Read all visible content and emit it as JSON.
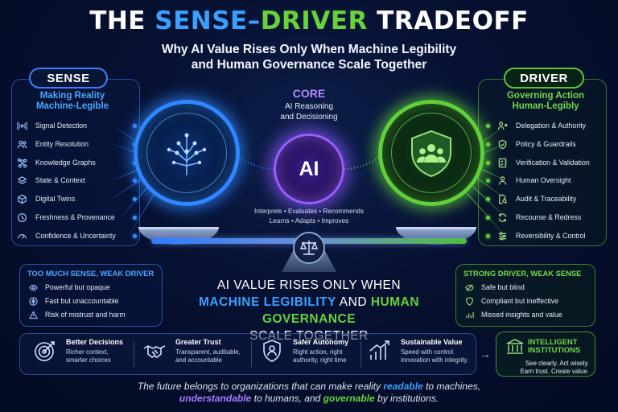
{
  "title": {
    "part1": "THE ",
    "part2": "SENSE",
    "part3": "–",
    "part4": "DRIVER",
    "part5": " TRADEOFF"
  },
  "subtitle": {
    "line1": "Why AI Value Rises Only When Machine Legibility",
    "line2": "and Human Governance Scale Together"
  },
  "sense": {
    "label": "SENSE",
    "subtitle_line1": "Making Reality",
    "subtitle_line2": "Machine-Legible",
    "items": [
      {
        "label": "Signal Detection",
        "icon": "signal-icon"
      },
      {
        "label": "Entity Resolution",
        "icon": "people-icon"
      },
      {
        "label": "Knowledge Graphs",
        "icon": "graph-icon"
      },
      {
        "label": "State & Context",
        "icon": "layers-icon"
      },
      {
        "label": "Digital Twins",
        "icon": "cube-icon"
      },
      {
        "label": "Freshness & Provenance",
        "icon": "clock-icon"
      },
      {
        "label": "Confidence & Uncertainty",
        "icon": "gauge-icon"
      }
    ]
  },
  "driver": {
    "label": "DRIVER",
    "subtitle_line1": "Governing Action",
    "subtitle_line2": "Human-Legibly",
    "items": [
      {
        "label": "Delegation & Authority",
        "icon": "delegation-icon"
      },
      {
        "label": "Policy & Guardrails",
        "icon": "shield-check-icon"
      },
      {
        "label": "Verification & Validation",
        "icon": "checklist-icon"
      },
      {
        "label": "Human Oversight",
        "icon": "person-icon"
      },
      {
        "label": "Audit & Traceability",
        "icon": "document-search-icon"
      },
      {
        "label": "Recourse & Redress",
        "icon": "refresh-icon"
      },
      {
        "label": "Reversibility & Control",
        "icon": "sliders-icon"
      }
    ]
  },
  "core": {
    "title": "CORE",
    "sub_line1": "AI Reasoning",
    "sub_line2": "and Decisioning",
    "ai_label": "AI",
    "line1": "Interprets • Evaluates • Recommends",
    "line2": "Learns • Adapts • Improves"
  },
  "too_much_sense": {
    "title": "TOO MUCH SENSE, WEAK DRIVER",
    "items": [
      "Powerful but opaque",
      "Fast but unaccountable",
      "Risk of mistrust and harm"
    ]
  },
  "strong_driver": {
    "title": "STRONG DRIVER, WEAK SENSE",
    "items": [
      "Safe but blind",
      "Compliant but ineffective",
      "Missed insights and value"
    ]
  },
  "center_message": {
    "line1": "AI VALUE RISES ONLY WHEN",
    "part_blue": "MACHINE LEGIBILITY",
    "part_and": " AND ",
    "part_green": "HUMAN GOVERNANCE",
    "line3": "SCALE TOGETHER"
  },
  "benefits": [
    {
      "title": "Better Decisions",
      "line1": "Richer context,",
      "line2": "smarter choices",
      "icon": "target-icon"
    },
    {
      "title": "Greater Trust",
      "line1": "Transparent, auditable,",
      "line2": "and accountable",
      "icon": "handshake-icon"
    },
    {
      "title": "Safer Autonomy",
      "line1": "Right action, right",
      "line2": "authority, right time",
      "icon": "shield-person-icon"
    },
    {
      "title": "Sustainable Value",
      "line1": "Speed with control.",
      "line2": "Innovation with integrity.",
      "icon": "growth-chart-icon"
    }
  ],
  "arrow": "→",
  "institutions": {
    "title_line1": "INTELLIGENT",
    "title_line2": "INSTITUTIONS",
    "sub_line1": "See clearly. Act wisely.",
    "sub_line2": "Earn trust. Create value."
  },
  "footer": {
    "part1": "The future belongs to organizations that can make reality ",
    "word1": "readable",
    "part2": " to machines,",
    "word2": "understandable",
    "part3": " to humans, and ",
    "word3": "governable",
    "part4": " by institutions."
  },
  "colors": {
    "sense": "#3aa0ff",
    "driver": "#66d33b",
    "core": "#9a5cff",
    "background": "#061030"
  }
}
